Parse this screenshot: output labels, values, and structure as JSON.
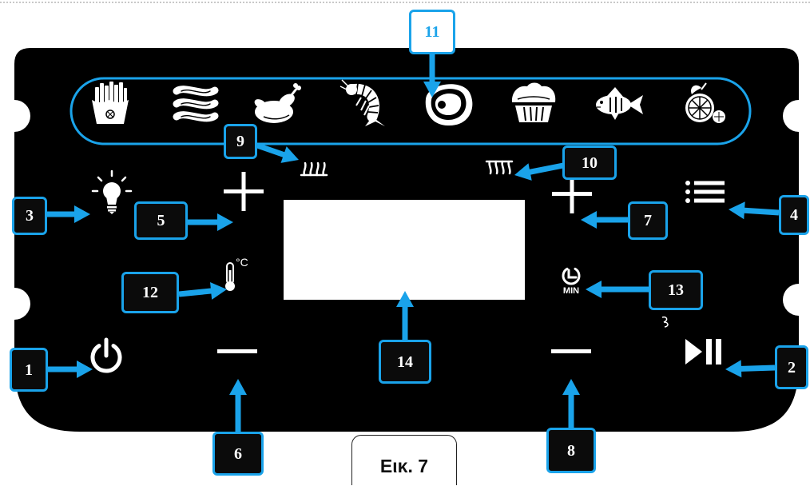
{
  "figure": {
    "caption": "Εικ. 7"
  },
  "callouts": [
    "1",
    "2",
    "3",
    "4",
    "5",
    "6",
    "7",
    "8",
    "9",
    "10",
    "11",
    "12",
    "13",
    "14"
  ],
  "panel": {
    "temperature_unit": "°C",
    "timer_unit": "MIN",
    "preset_icons": [
      "fries-icon",
      "bacon-icon",
      "chicken-icon",
      "shrimp-icon",
      "steak-icon",
      "muffin-icon",
      "fish-icon",
      "vegetables-icon"
    ],
    "control_icons": [
      "light-icon",
      "temp-plus-icon",
      "time-plus-icon",
      "menu-icon",
      "bottom-heat-icon",
      "top-heat-icon",
      "thermometer-icon",
      "timer-icon",
      "power-icon",
      "temp-minus-icon",
      "time-minus-icon",
      "play-pause-icon"
    ]
  },
  "colors": {
    "panel": "#000000",
    "accent": "#1aa3ea",
    "icon": "#ffffff",
    "display": "#ffffff",
    "callout_fill": "#0b0b0b",
    "caption_border": "#222222"
  }
}
